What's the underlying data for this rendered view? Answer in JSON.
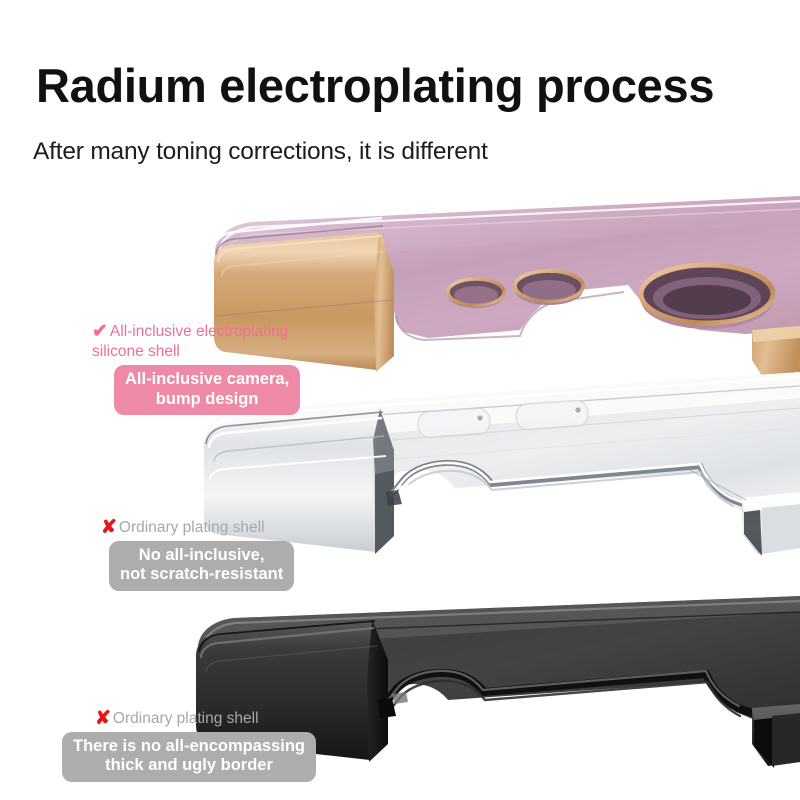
{
  "header": {
    "title": "Radium electroplating process",
    "subtitle": "After many toning corrections, it is different"
  },
  "annotations": [
    {
      "id": "pink-case",
      "mark": "✔",
      "mark_type": "check-icon",
      "mark_color": "#ef6f96",
      "headline": "All-inclusive electroplating silicone shell",
      "headline_color": "#ef6f96",
      "badge_line1": "All-inclusive camera,",
      "badge_line2": "bump design",
      "badge_color": "#ef89a8"
    },
    {
      "id": "clear-case",
      "mark": "✘",
      "mark_type": "cross-icon",
      "mark_color": "#e3191b",
      "headline": "Ordinary plating shell",
      "headline_color": "#a8a8a8",
      "badge_line1": "No all-inclusive,",
      "badge_line2": "not scratch-resistant",
      "badge_color": "#adadad"
    },
    {
      "id": "black-case",
      "mark": "✘",
      "mark_type": "cross-icon",
      "mark_color": "#e3191b",
      "headline": "Ordinary plating shell",
      "headline_color": "#a8a8a8",
      "badge_line1": "There is no all-encompassing",
      "badge_line2": "thick and ugly border",
      "badge_color": "#adadad"
    }
  ],
  "products": {
    "pink_case": {
      "name": "electroplated pink silicone phone case",
      "body_color": "#c9a5bc",
      "edge_color": "#d4a878",
      "accent_color": "#b8865a"
    },
    "clear_case": {
      "name": "ordinary transparent plating phone case",
      "body_color": "#e9eaec",
      "edge_color": "#cfd2d6",
      "accent_color": "#9aa0a6"
    },
    "black_case": {
      "name": "ordinary black plating phone case",
      "body_color": "#3c3c3e",
      "edge_color": "#232325",
      "accent_color": "#121213"
    }
  },
  "background_color": "#ffffff"
}
